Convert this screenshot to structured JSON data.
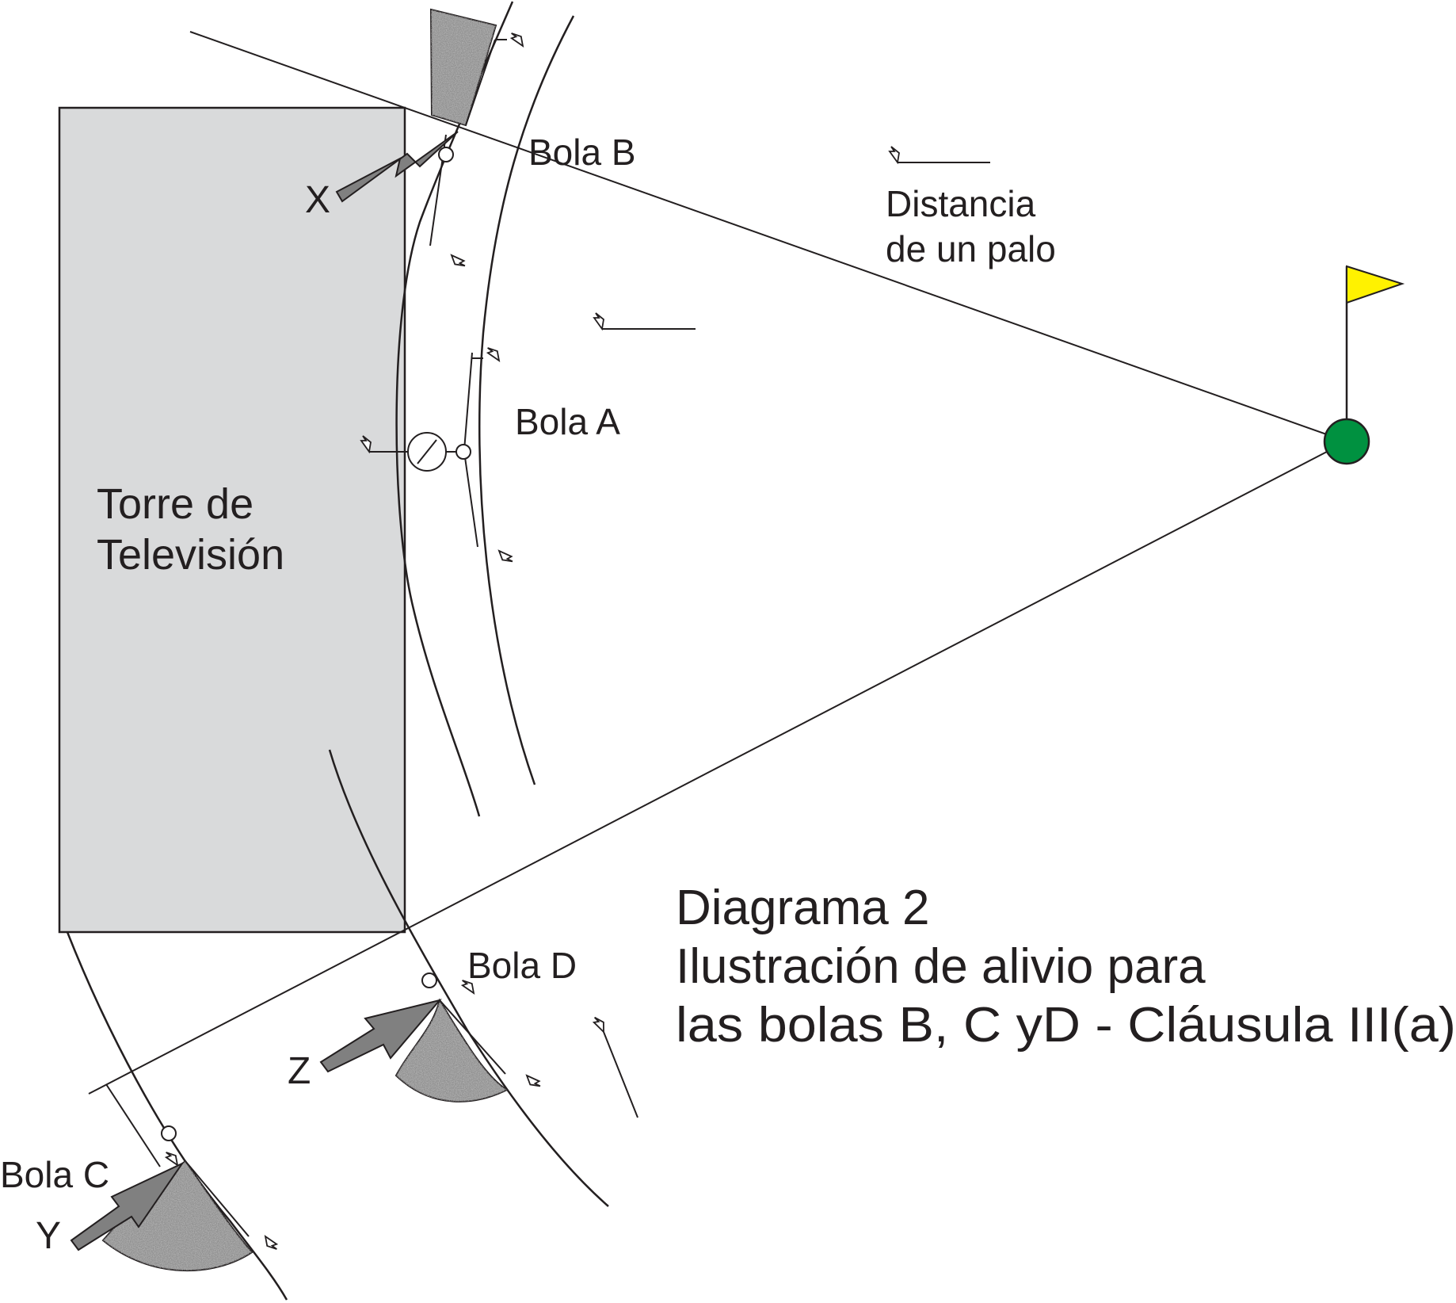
{
  "diagram": {
    "title_lines": [
      "Diagrama 2",
      "Ilustración de alivio para",
      "las bolas B, C yD - Cláusula III(a)"
    ],
    "tower_label_lines": [
      "Torre de",
      "Televisión"
    ],
    "distance_label_lines": [
      "Distancia",
      "de un palo"
    ],
    "ball_labels": {
      "a": "Bola A",
      "b": "Bola B",
      "c": "Bola C",
      "d": "Bola D"
    },
    "point_labels": {
      "x": "X",
      "y": "Y",
      "z": "Z"
    },
    "colors": {
      "tower_fill": "#d9dadb",
      "flag": "#fff200",
      "hole": "#009140",
      "arrow": "#808080",
      "line": "#231f20"
    }
  }
}
